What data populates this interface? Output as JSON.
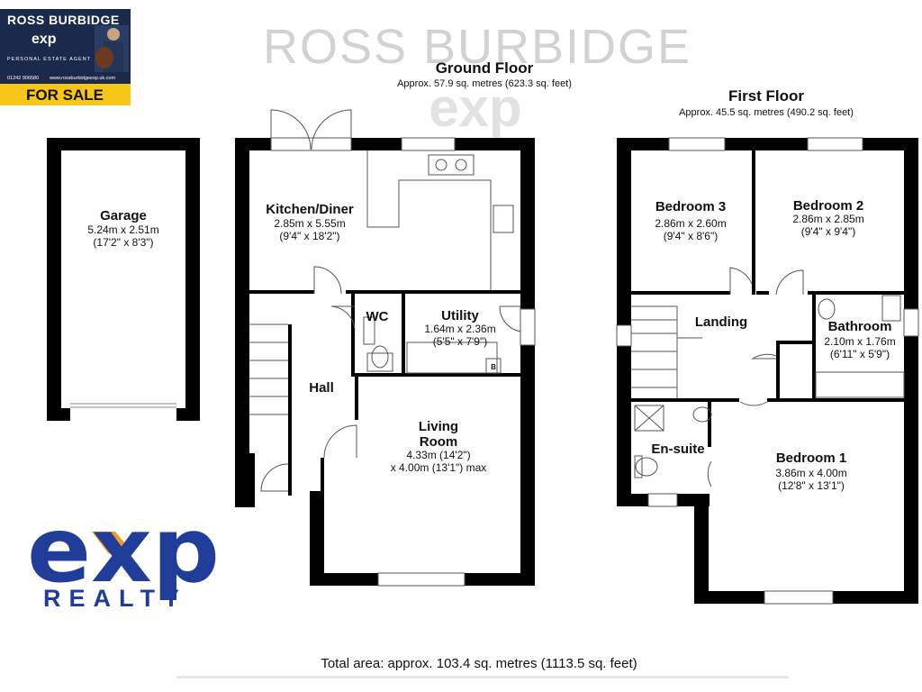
{
  "watermark": {
    "line1": "ROSS BURBIDGE",
    "line2": "exp"
  },
  "badge": {
    "name": "ROSS BURBIDGE",
    "brand": "exp",
    "tagline": "PERSONAL ESTATE AGENT",
    "phone": "01242 906580",
    "website": "www.rossburbidgeexp.uk.com",
    "sale_label": "FOR SALE",
    "colors": {
      "panel": "#1b2a4c",
      "sale_bg": "#f5c518"
    }
  },
  "logo": {
    "mark": "exp",
    "word": "REALTY",
    "colors": {
      "primary": "#1f3d99",
      "accent": "#f39b1f"
    }
  },
  "floors": {
    "ground": {
      "title": "Ground Floor",
      "area": "Approx. 57.9 sq. metres (623.3 sq. feet)"
    },
    "first": {
      "title": "First Floor",
      "area": "Approx. 45.5 sq. metres (490.2 sq. feet)"
    }
  },
  "rooms": {
    "garage": {
      "name": "Garage",
      "dims": [
        "5.24m x 2.51m",
        "(17'2\" x 8'3\")"
      ]
    },
    "kitchen": {
      "name": "Kitchen/Diner",
      "dims": [
        "2.85m x 5.55m",
        "(9'4\" x 18'2\")"
      ]
    },
    "wc": {
      "name": "WC"
    },
    "utility": {
      "name": "Utility",
      "dims": [
        "1.64m x 2.36m",
        "(5'5\" x 7'9\")"
      ]
    },
    "boiler": {
      "name": "B"
    },
    "hall": {
      "name": "Hall"
    },
    "living": {
      "name": [
        "Living",
        "Room"
      ],
      "dims": [
        "4.33m (14'2\")",
        "x 4.00m (13'1\") max"
      ]
    },
    "bedroom3": {
      "name": "Bedroom 3",
      "dims": [
        "2.86m x 2.60m",
        "(9'4\" x 8'6\")"
      ]
    },
    "bedroom2": {
      "name": "Bedroom 2",
      "dims": [
        "2.86m x 2.85m",
        "(9'4\" x 9'4\")"
      ]
    },
    "landing": {
      "name": "Landing"
    },
    "bathroom": {
      "name": "Bathroom",
      "dims": [
        "2.10m x 1.76m",
        "(6'11\" x 5'9\")"
      ]
    },
    "ensuite": {
      "name": "En-suite"
    },
    "bedroom1": {
      "name": "Bedroom 1",
      "dims": [
        "3.86m x 4.00m",
        "(12'8\" x 13'1\")"
      ]
    }
  },
  "footer": {
    "total": "Total area: approx. 103.4 sq. metres (1113.5 sq. feet)"
  }
}
